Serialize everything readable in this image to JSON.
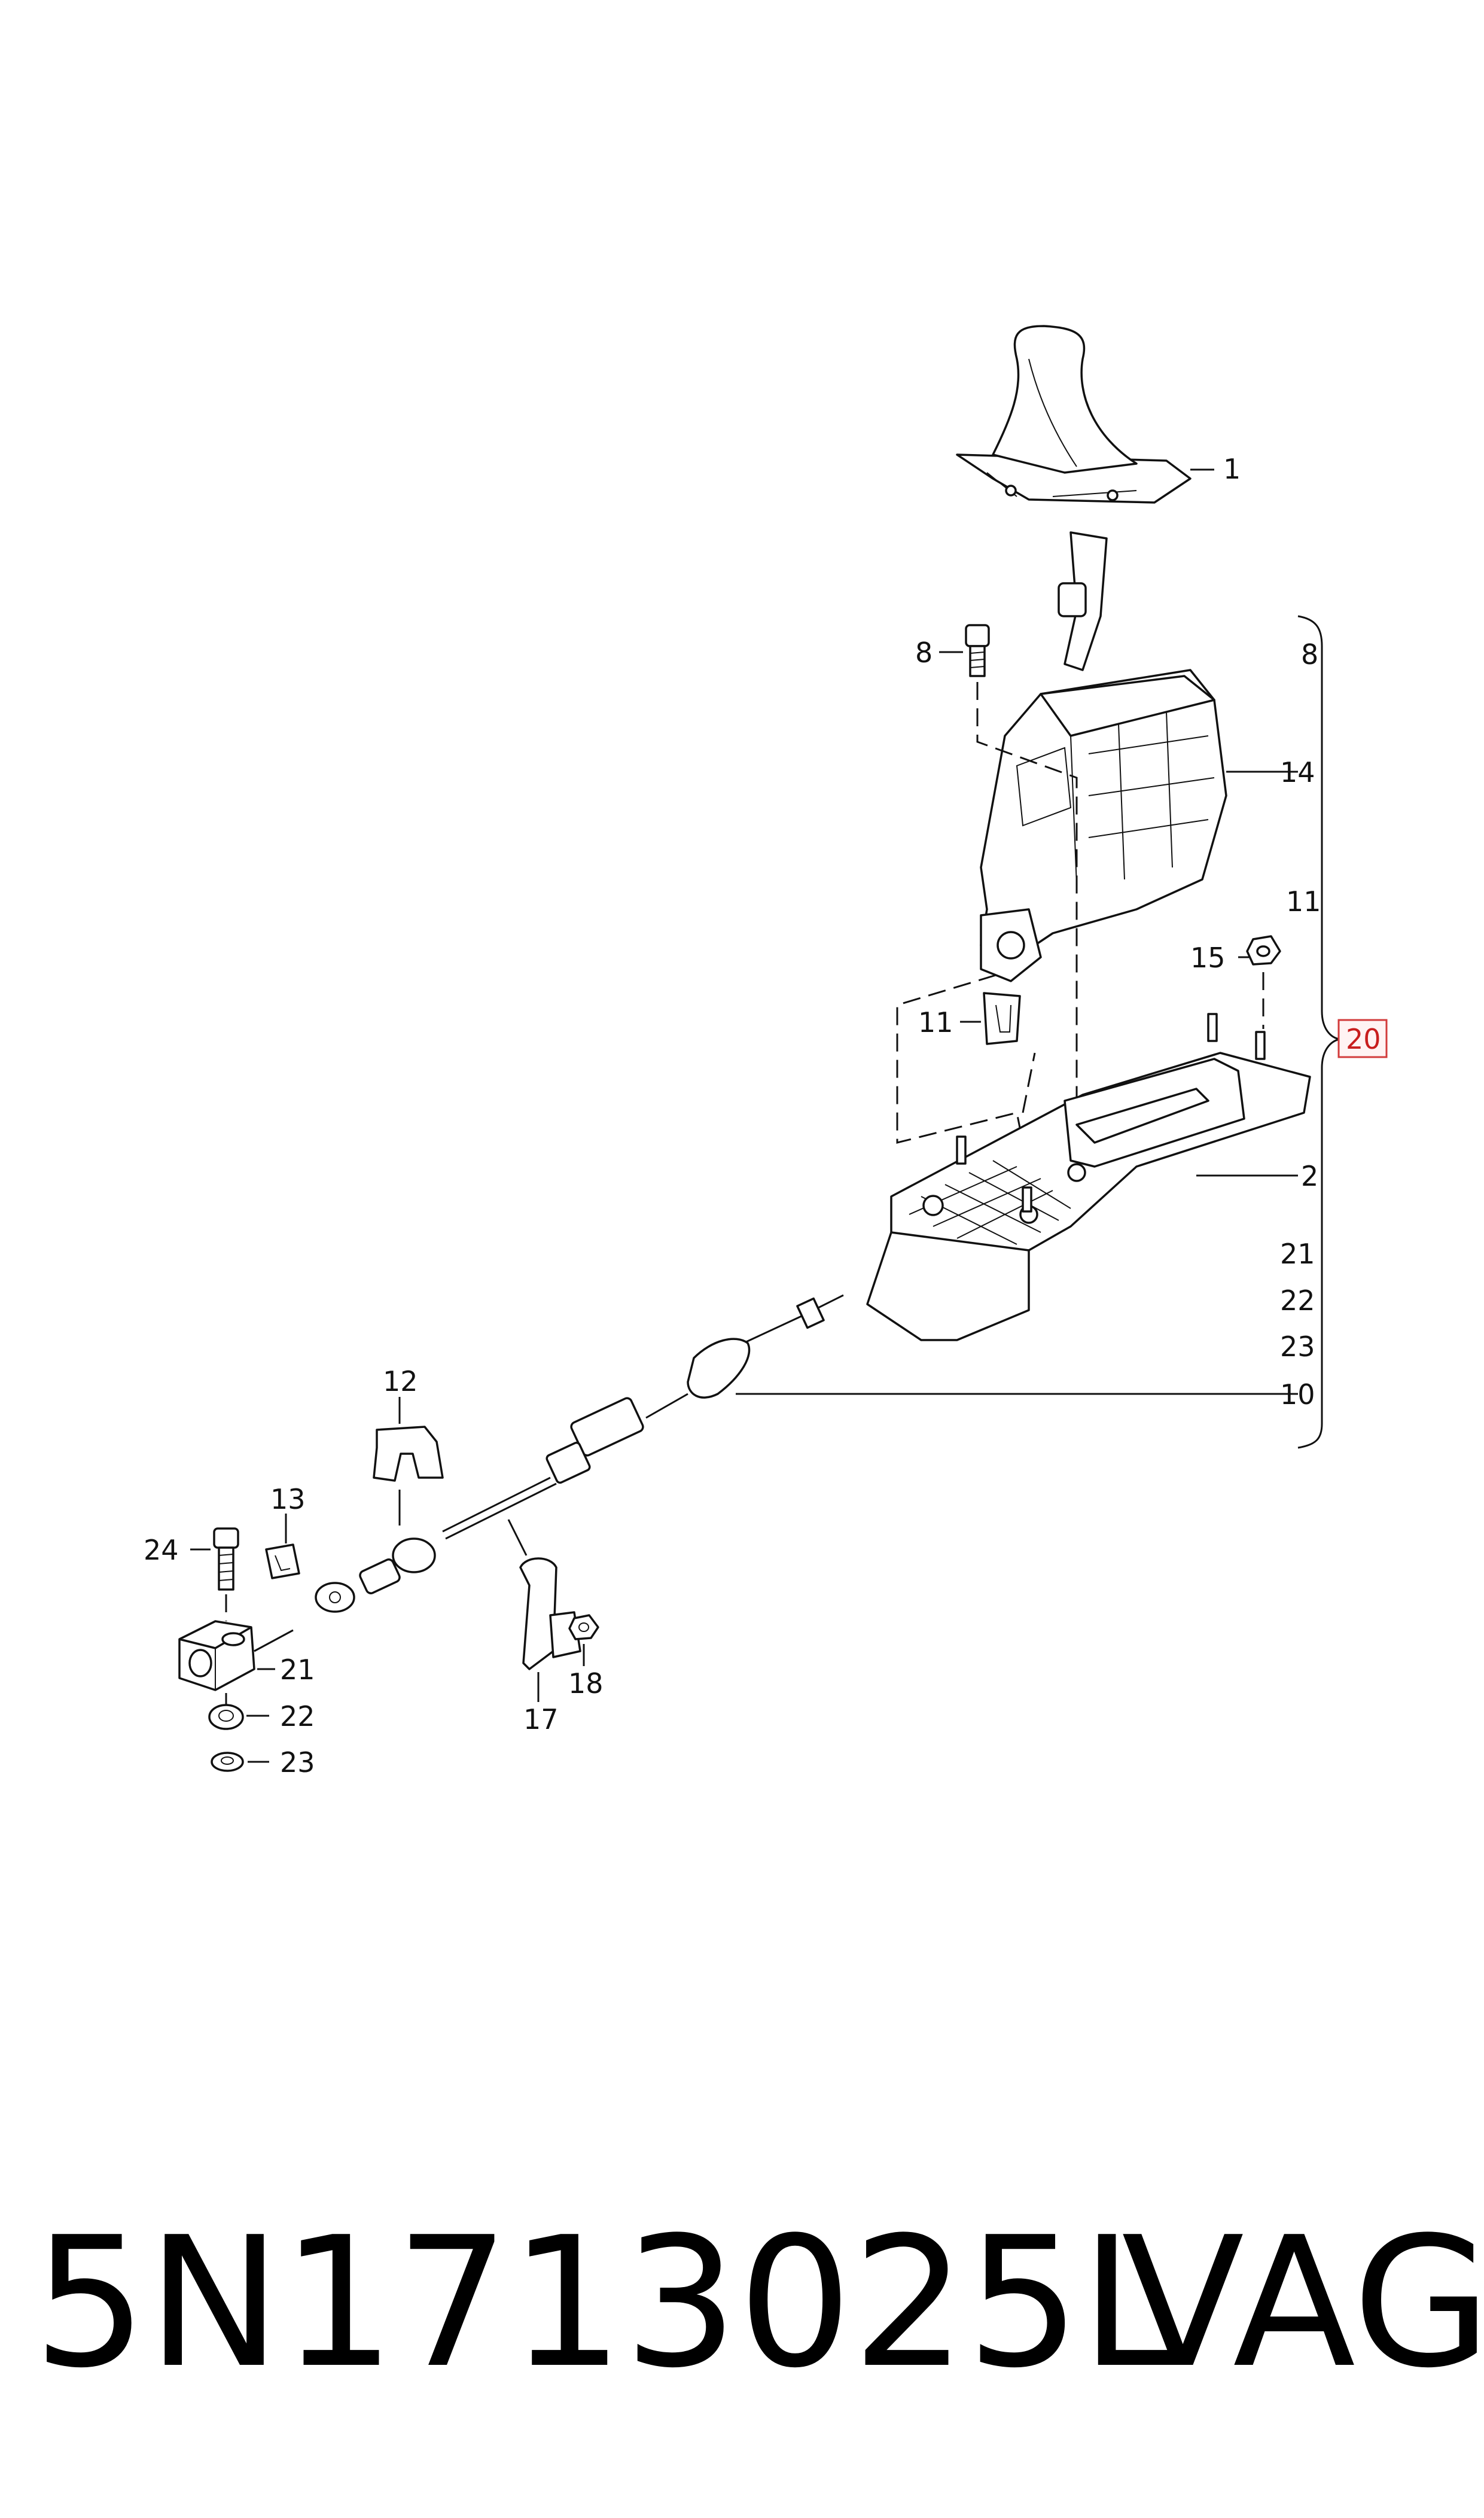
{
  "callouts": {
    "c1": "1",
    "c2": "2",
    "c8a": "8",
    "c8b": "8",
    "c10": "10",
    "c11a": "11",
    "c11b": "11",
    "c12": "12",
    "c13": "13",
    "c14": "14",
    "c15": "15",
    "c17": "17",
    "c18": "18",
    "c20": "20",
    "c21a": "21",
    "c21b": "21",
    "c22a": "22",
    "c22b": "22",
    "c23a": "23",
    "c23b": "23",
    "c24": "24"
  },
  "caption": {
    "part_number": "5N1713025L",
    "brand": "VAG"
  },
  "highlight_color": "#d23b3b"
}
